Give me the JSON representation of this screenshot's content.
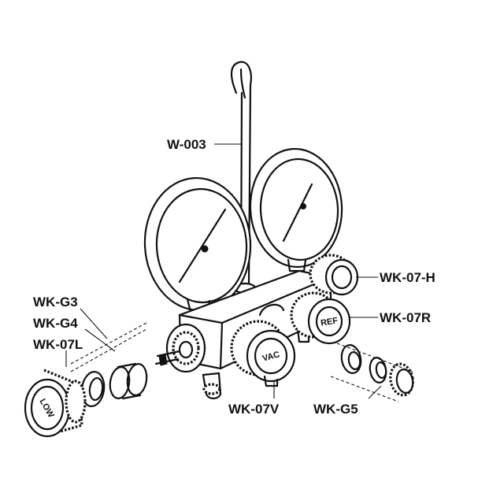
{
  "labels": {
    "w003": "W-003",
    "wk07h": "WK-07-H",
    "wk07r": "WK-07R",
    "wkg3": "WK-G3",
    "wkg4": "WK-G4",
    "wk07l": "WK-07L",
    "wk07v": "WK-07V",
    "wkg5": "WK-G5"
  },
  "knob_caps": {
    "low": "LOW",
    "vac": "VAC",
    "ref": "REF"
  }
}
